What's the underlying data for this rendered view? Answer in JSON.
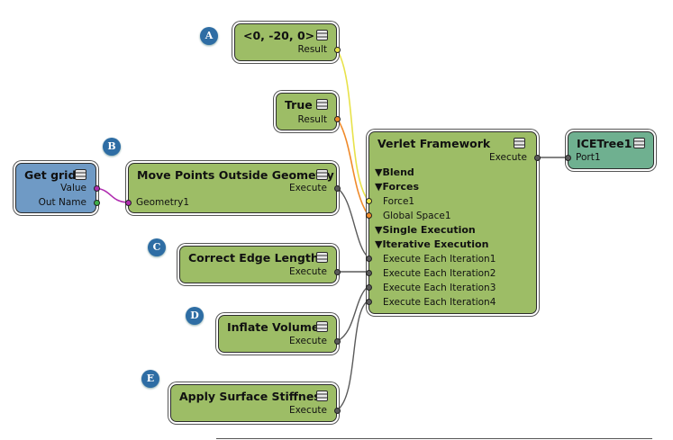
{
  "markers": [
    "A",
    "B",
    "C",
    "D",
    "E"
  ],
  "nodes": {
    "vector": {
      "title": "<0, -20, 0>",
      "out": "Result"
    },
    "true_node": {
      "title": "True",
      "out": "Result"
    },
    "get_grid": {
      "title": "Get grid",
      "outs": [
        "Value",
        "Out Name"
      ]
    },
    "move_points": {
      "title": "Move Points Outside Geometry",
      "in": "Geometry1",
      "out": "Execute"
    },
    "correct_edges": {
      "title": "Correct Edge Lengths",
      "out": "Execute"
    },
    "inflate": {
      "title": "Inflate Volume",
      "out": "Execute"
    },
    "surface": {
      "title": "Apply Surface Stiffness",
      "out": "Execute"
    },
    "verlet": {
      "title": "Verlet Framework",
      "out": "Execute",
      "sections": [
        "▼Blend",
        "▼Forces",
        "▼Single Execution",
        "▼Iterative Execution"
      ],
      "force_ports": [
        "Force1",
        "Global Space1"
      ],
      "iter_ports": [
        "Execute Each Iteration1",
        "Execute Each Iteration2",
        "Execute Each Iteration3",
        "Execute Each Iteration4"
      ]
    },
    "icetree": {
      "title": "ICETree1",
      "in": "Port1"
    }
  },
  "colors": {
    "node_green": "#9dbd66",
    "node_blue": "#6f9ac5",
    "node_teal": "#6fb090",
    "wire_vector": "#e8e24a",
    "wire_bool": "#ef8a2a",
    "wire_geometry": "#b02cb0",
    "wire_execute": "#5a5a5a",
    "marker": "#2e6da4"
  }
}
